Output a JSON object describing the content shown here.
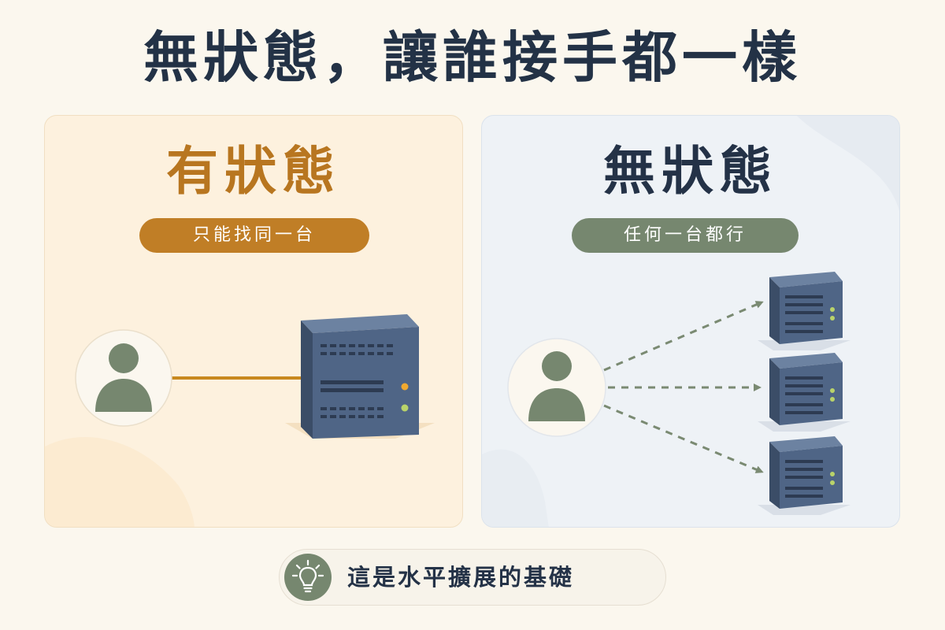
{
  "title": "無狀態，讓誰接手都一樣",
  "stateful": {
    "heading": "有狀態",
    "tagline": "只能找同一台"
  },
  "stateless": {
    "heading": "無狀態",
    "tagline": "任何一台都行"
  },
  "footer": {
    "icon": "lightbulb-icon",
    "text": "這是水平擴展的基礎"
  },
  "colors": {
    "title": "#233246",
    "stateful_accent": "#c07e26",
    "stateless_accent": "#76876f",
    "server": "#4a5f80",
    "user_icon": "#76876f"
  }
}
